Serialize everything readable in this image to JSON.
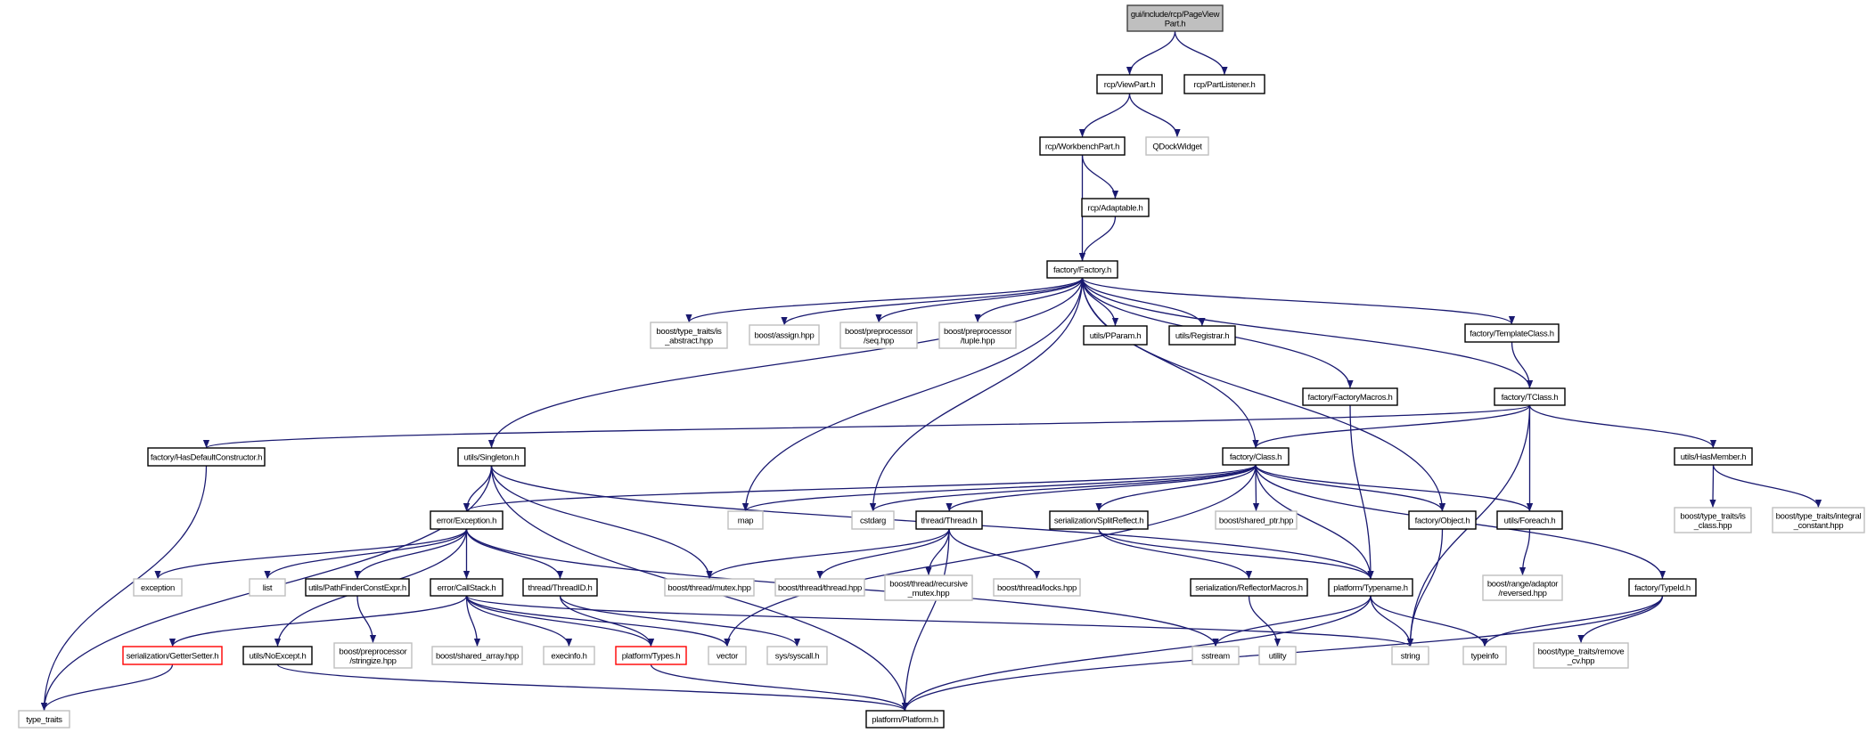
{
  "colors": {
    "edge": "#191970",
    "root_fill": "#bfbfbf",
    "external_border": "#bfbfbf",
    "truncated_border": "#ff0000"
  },
  "nodes": [
    {
      "id": "root",
      "lines": [
        "gui/include/rcp/PageView",
        "Part.h"
      ],
      "kind": "root"
    },
    {
      "id": "viewpart",
      "lines": [
        "rcp/ViewPart.h"
      ],
      "kind": "normal"
    },
    {
      "id": "partlistener",
      "lines": [
        "rcp/PartListener.h"
      ],
      "kind": "normal"
    },
    {
      "id": "workbenchpart",
      "lines": [
        "rcp/WorkbenchPart.h"
      ],
      "kind": "normal"
    },
    {
      "id": "qdockwidget",
      "lines": [
        "QDockWidget"
      ],
      "kind": "gray"
    },
    {
      "id": "adaptable",
      "lines": [
        "rcp/Adaptable.h"
      ],
      "kind": "normal"
    },
    {
      "id": "factory",
      "lines": [
        "factory/Factory.h"
      ],
      "kind": "normal"
    },
    {
      "id": "is_abstract",
      "lines": [
        "boost/type_traits/is",
        "_abstract.hpp"
      ],
      "kind": "gray"
    },
    {
      "id": "assign",
      "lines": [
        "boost/assign.hpp"
      ],
      "kind": "gray"
    },
    {
      "id": "seq",
      "lines": [
        "boost/preprocessor",
        "/seq.hpp"
      ],
      "kind": "gray"
    },
    {
      "id": "tuple",
      "lines": [
        "boost/preprocessor",
        "/tuple.hpp"
      ],
      "kind": "gray"
    },
    {
      "id": "pparam",
      "lines": [
        "utils/PParam.h"
      ],
      "kind": "normal"
    },
    {
      "id": "registrar",
      "lines": [
        "utils/Registrar.h"
      ],
      "kind": "normal"
    },
    {
      "id": "templateclass",
      "lines": [
        "factory/TemplateClass.h"
      ],
      "kind": "normal"
    },
    {
      "id": "factorymacros",
      "lines": [
        "factory/FactoryMacros.h"
      ],
      "kind": "normal"
    },
    {
      "id": "tclass",
      "lines": [
        "factory/TClass.h"
      ],
      "kind": "normal"
    },
    {
      "id": "hasdefctor",
      "lines": [
        "factory/HasDefaultConstructor.h"
      ],
      "kind": "normal"
    },
    {
      "id": "singleton",
      "lines": [
        "utils/Singleton.h"
      ],
      "kind": "normal"
    },
    {
      "id": "class",
      "lines": [
        "factory/Class.h"
      ],
      "kind": "normal"
    },
    {
      "id": "hasmember",
      "lines": [
        "utils/HasMember.h"
      ],
      "kind": "normal"
    },
    {
      "id": "exception_h",
      "lines": [
        "error/Exception.h"
      ],
      "kind": "normal"
    },
    {
      "id": "map",
      "lines": [
        "map"
      ],
      "kind": "gray"
    },
    {
      "id": "cstdarg",
      "lines": [
        "cstdarg"
      ],
      "kind": "gray"
    },
    {
      "id": "thread_h",
      "lines": [
        "thread/Thread.h"
      ],
      "kind": "normal"
    },
    {
      "id": "splitreflect",
      "lines": [
        "serialization/SplitReflect.h"
      ],
      "kind": "normal"
    },
    {
      "id": "shared_ptr",
      "lines": [
        "boost/shared_ptr.hpp"
      ],
      "kind": "gray"
    },
    {
      "id": "object",
      "lines": [
        "factory/Object.h"
      ],
      "kind": "normal"
    },
    {
      "id": "foreach",
      "lines": [
        "utils/Foreach.h"
      ],
      "kind": "normal"
    },
    {
      "id": "is_class",
      "lines": [
        "boost/type_traits/is",
        "_class.hpp"
      ],
      "kind": "gray"
    },
    {
      "id": "integral_constant",
      "lines": [
        "boost/type_traits/integral",
        "_constant.hpp"
      ],
      "kind": "gray"
    },
    {
      "id": "exception",
      "lines": [
        "exception"
      ],
      "kind": "gray"
    },
    {
      "id": "list",
      "lines": [
        "list"
      ],
      "kind": "gray"
    },
    {
      "id": "pathfinder",
      "lines": [
        "utils/PathFinderConstExpr.h"
      ],
      "kind": "normal"
    },
    {
      "id": "callstack",
      "lines": [
        "error/CallStack.h"
      ],
      "kind": "normal"
    },
    {
      "id": "threadid",
      "lines": [
        "thread/ThreadID.h"
      ],
      "kind": "normal"
    },
    {
      "id": "mutex",
      "lines": [
        "boost/thread/mutex.hpp"
      ],
      "kind": "gray"
    },
    {
      "id": "threadhpp",
      "lines": [
        "boost/thread/thread.hpp"
      ],
      "kind": "gray"
    },
    {
      "id": "recmutex",
      "lines": [
        "boost/thread/recursive",
        "_mutex.hpp"
      ],
      "kind": "gray"
    },
    {
      "id": "locks",
      "lines": [
        "boost/thread/locks.hpp"
      ],
      "kind": "gray"
    },
    {
      "id": "reflectormacros",
      "lines": [
        "serialization/ReflectorMacros.h"
      ],
      "kind": "normal"
    },
    {
      "id": "typename",
      "lines": [
        "platform/Typename.h"
      ],
      "kind": "normal"
    },
    {
      "id": "reversed",
      "lines": [
        "boost/range/adaptor",
        "/reversed.hpp"
      ],
      "kind": "gray"
    },
    {
      "id": "typeid",
      "lines": [
        "factory/TypeId.h"
      ],
      "kind": "normal"
    },
    {
      "id": "gettersetter",
      "lines": [
        "serialization/GetterSetter.h"
      ],
      "kind": "red"
    },
    {
      "id": "noexcept",
      "lines": [
        "utils/NoExcept.h"
      ],
      "kind": "normal"
    },
    {
      "id": "stringize",
      "lines": [
        "boost/preprocessor",
        "/stringize.hpp"
      ],
      "kind": "gray"
    },
    {
      "id": "shared_array",
      "lines": [
        "boost/shared_array.hpp"
      ],
      "kind": "gray"
    },
    {
      "id": "execinfo",
      "lines": [
        "execinfo.h"
      ],
      "kind": "gray"
    },
    {
      "id": "types",
      "lines": [
        "platform/Types.h"
      ],
      "kind": "red"
    },
    {
      "id": "vector",
      "lines": [
        "vector"
      ],
      "kind": "gray"
    },
    {
      "id": "syscall",
      "lines": [
        "sys/syscall.h"
      ],
      "kind": "gray"
    },
    {
      "id": "sstream",
      "lines": [
        "sstream"
      ],
      "kind": "gray"
    },
    {
      "id": "utility",
      "lines": [
        "utility"
      ],
      "kind": "gray"
    },
    {
      "id": "string",
      "lines": [
        "string"
      ],
      "kind": "gray"
    },
    {
      "id": "typeinfo",
      "lines": [
        "typeinfo"
      ],
      "kind": "gray"
    },
    {
      "id": "remove_cv",
      "lines": [
        "boost/type_traits/remove",
        "_cv.hpp"
      ],
      "kind": "gray"
    },
    {
      "id": "type_traits",
      "lines": [
        "type_traits"
      ],
      "kind": "gray"
    },
    {
      "id": "platform",
      "lines": [
        "platform/Platform.h"
      ],
      "kind": "normal"
    }
  ],
  "edges": [
    [
      "root",
      "viewpart"
    ],
    [
      "root",
      "partlistener"
    ],
    [
      "viewpart",
      "workbenchpart"
    ],
    [
      "viewpart",
      "qdockwidget"
    ],
    [
      "workbenchpart",
      "factory"
    ],
    [
      "workbenchpart",
      "adaptable"
    ],
    [
      "adaptable",
      "factory"
    ],
    [
      "factory",
      "singleton"
    ],
    [
      "factory",
      "map"
    ],
    [
      "factory",
      "is_abstract"
    ],
    [
      "factory",
      "assign"
    ],
    [
      "factory",
      "seq"
    ],
    [
      "factory",
      "tuple"
    ],
    [
      "factory",
      "cstdarg"
    ],
    [
      "factory",
      "pparam"
    ],
    [
      "factory",
      "registrar"
    ],
    [
      "factory",
      "class"
    ],
    [
      "factory",
      "factorymacros"
    ],
    [
      "factory",
      "object"
    ],
    [
      "factory",
      "templateclass"
    ],
    [
      "factory",
      "tclass"
    ],
    [
      "templateclass",
      "tclass"
    ],
    [
      "tclass",
      "hasdefctor"
    ],
    [
      "tclass",
      "class"
    ],
    [
      "tclass",
      "foreach"
    ],
    [
      "tclass",
      "hasmember"
    ],
    [
      "tclass",
      "string"
    ],
    [
      "factorymacros",
      "typename"
    ],
    [
      "hasdefctor",
      "type_traits"
    ],
    [
      "singleton",
      "type_traits"
    ],
    [
      "singleton",
      "platform"
    ],
    [
      "singleton",
      "exception_h"
    ],
    [
      "singleton",
      "mutex"
    ],
    [
      "singleton",
      "typename"
    ],
    [
      "class",
      "exception_h"
    ],
    [
      "class",
      "map"
    ],
    [
      "class",
      "cstdarg"
    ],
    [
      "class",
      "thread_h"
    ],
    [
      "class",
      "splitreflect"
    ],
    [
      "class",
      "shared_ptr"
    ],
    [
      "class",
      "object"
    ],
    [
      "class",
      "foreach"
    ],
    [
      "class",
      "typeid"
    ],
    [
      "class",
      "typename"
    ],
    [
      "class",
      "vector"
    ],
    [
      "exception_h",
      "exception"
    ],
    [
      "exception_h",
      "list"
    ],
    [
      "exception_h",
      "pathfinder"
    ],
    [
      "exception_h",
      "callstack"
    ],
    [
      "exception_h",
      "threadid"
    ],
    [
      "exception_h",
      "noexcept"
    ],
    [
      "exception_h",
      "sstream"
    ],
    [
      "callstack",
      "gettersetter"
    ],
    [
      "callstack",
      "shared_array"
    ],
    [
      "callstack",
      "execinfo"
    ],
    [
      "callstack",
      "types"
    ],
    [
      "callstack",
      "vector"
    ],
    [
      "callstack",
      "string"
    ],
    [
      "threadid",
      "types"
    ],
    [
      "threadid",
      "syscall"
    ],
    [
      "pathfinder",
      "stringize"
    ],
    [
      "gettersetter",
      "type_traits"
    ],
    [
      "noexcept",
      "platform"
    ],
    [
      "types",
      "platform"
    ],
    [
      "thread_h",
      "mutex"
    ],
    [
      "thread_h",
      "threadhpp"
    ],
    [
      "thread_h",
      "recmutex"
    ],
    [
      "thread_h",
      "locks"
    ],
    [
      "thread_h",
      "platform"
    ],
    [
      "splitreflect",
      "reflectormacros"
    ],
    [
      "splitreflect",
      "typename"
    ],
    [
      "reflectormacros",
      "utility"
    ],
    [
      "typename",
      "sstream"
    ],
    [
      "typename",
      "string"
    ],
    [
      "typename",
      "typeinfo"
    ],
    [
      "typename",
      "platform"
    ],
    [
      "object",
      "string"
    ],
    [
      "foreach",
      "reversed"
    ],
    [
      "hasmember",
      "is_class"
    ],
    [
      "hasmember",
      "integral_constant"
    ],
    [
      "typeid",
      "typeinfo"
    ],
    [
      "typeid",
      "remove_cv"
    ],
    [
      "typeid",
      "platform"
    ]
  ]
}
